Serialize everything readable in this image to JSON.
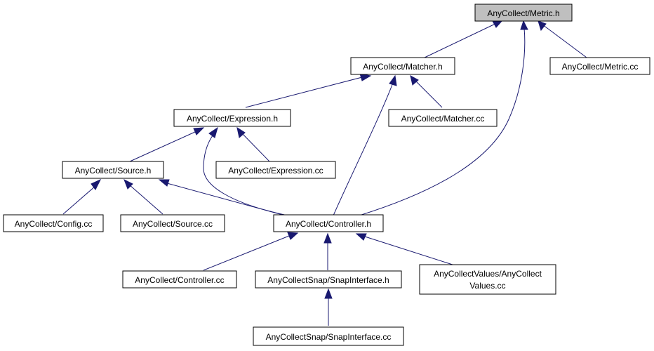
{
  "colors": {
    "edge": "#191970",
    "node_fill": "#ffffff",
    "root_fill": "#bfbfbf",
    "border": "#000000"
  },
  "nodes": {
    "metric_h": {
      "label": "AnyCollect/Metric.h"
    },
    "matcher_h": {
      "label": "AnyCollect/Matcher.h"
    },
    "metric_cc": {
      "label": "AnyCollect/Metric.cc"
    },
    "expression_h": {
      "label": "AnyCollect/Expression.h"
    },
    "matcher_cc": {
      "label": "AnyCollect/Matcher.cc"
    },
    "source_h": {
      "label": "AnyCollect/Source.h"
    },
    "expression_cc": {
      "label": "AnyCollect/Expression.cc"
    },
    "config_cc": {
      "label": "AnyCollect/Config.cc"
    },
    "source_cc": {
      "label": "AnyCollect/Source.cc"
    },
    "controller_h": {
      "label": "AnyCollect/Controller.h"
    },
    "controller_cc": {
      "label": "AnyCollect/Controller.cc"
    },
    "snapinterface_h": {
      "label": "AnyCollectSnap/SnapInterface.h"
    },
    "values_cc": {
      "label_line1": "AnyCollectValues/AnyCollect",
      "label_line2": "Values.cc"
    },
    "snapinterface_cc": {
      "label": "AnyCollectSnap/SnapInterface.cc"
    }
  }
}
